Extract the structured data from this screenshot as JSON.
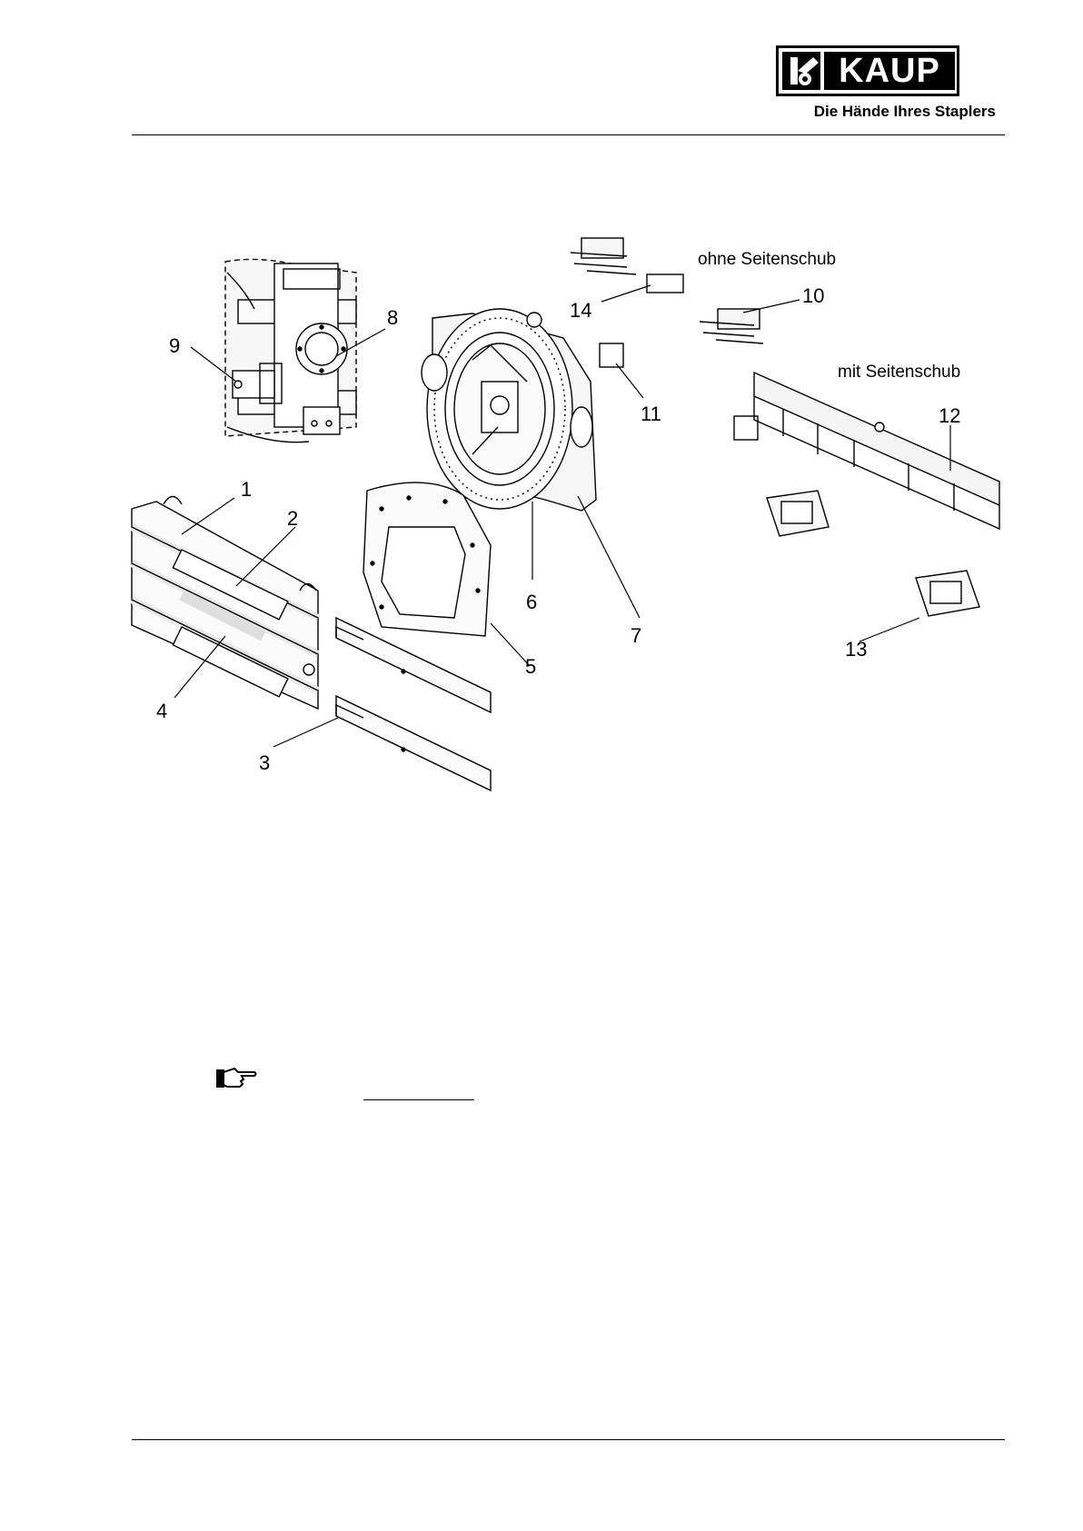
{
  "header": {
    "logo_text": "KAUP",
    "tagline": "Die Hände Ihres Staplers"
  },
  "figure": {
    "notes": {
      "without_sideshift": "ohne Seitenschub",
      "with_sideshift": "mit Seitenschub"
    },
    "callouts": [
      "1",
      "2",
      "3",
      "4",
      "5",
      "6",
      "7",
      "8",
      "9",
      "10",
      "11",
      "12",
      "13",
      "14"
    ]
  },
  "icons": {
    "hint": "pointing-hand-icon",
    "logo_mark": "kaup-logo-icon"
  }
}
